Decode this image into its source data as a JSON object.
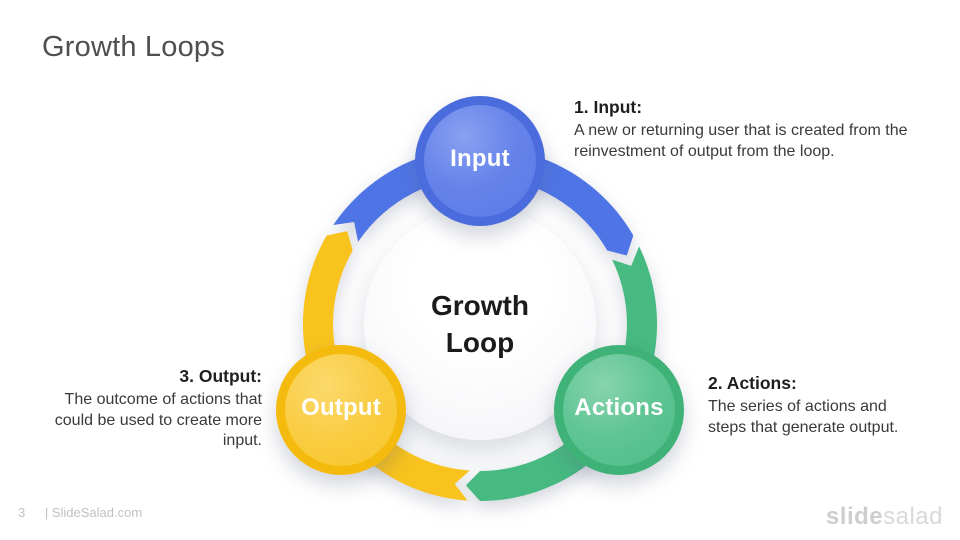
{
  "slide": {
    "title": "Growth Loops",
    "footer": {
      "page_number": "3",
      "site": "| SlideSalad.com"
    },
    "logo": {
      "bold_part": "slide",
      "light_part": "salad"
    }
  },
  "diagram": {
    "center": {
      "line1": "Growth",
      "line2": "Loop"
    },
    "nodes": [
      {
        "id": "input",
        "label": "Input",
        "color": "#4e74e6"
      },
      {
        "id": "actions",
        "label": "Actions",
        "color": "#46ba80"
      },
      {
        "id": "output",
        "label": "Output",
        "color": "#f9c31d"
      }
    ],
    "annotations": [
      {
        "heading": "1. Input:",
        "lines": [
          "A new or returning user that is created from the",
          "reinvestment of output from the loop."
        ]
      },
      {
        "heading": "2. Actions:",
        "lines": [
          "The series of actions and",
          "steps that generate output."
        ]
      },
      {
        "heading": "3. Output:",
        "lines": [
          "The outcome of actions that",
          "could be used to create more",
          "input."
        ]
      }
    ]
  }
}
